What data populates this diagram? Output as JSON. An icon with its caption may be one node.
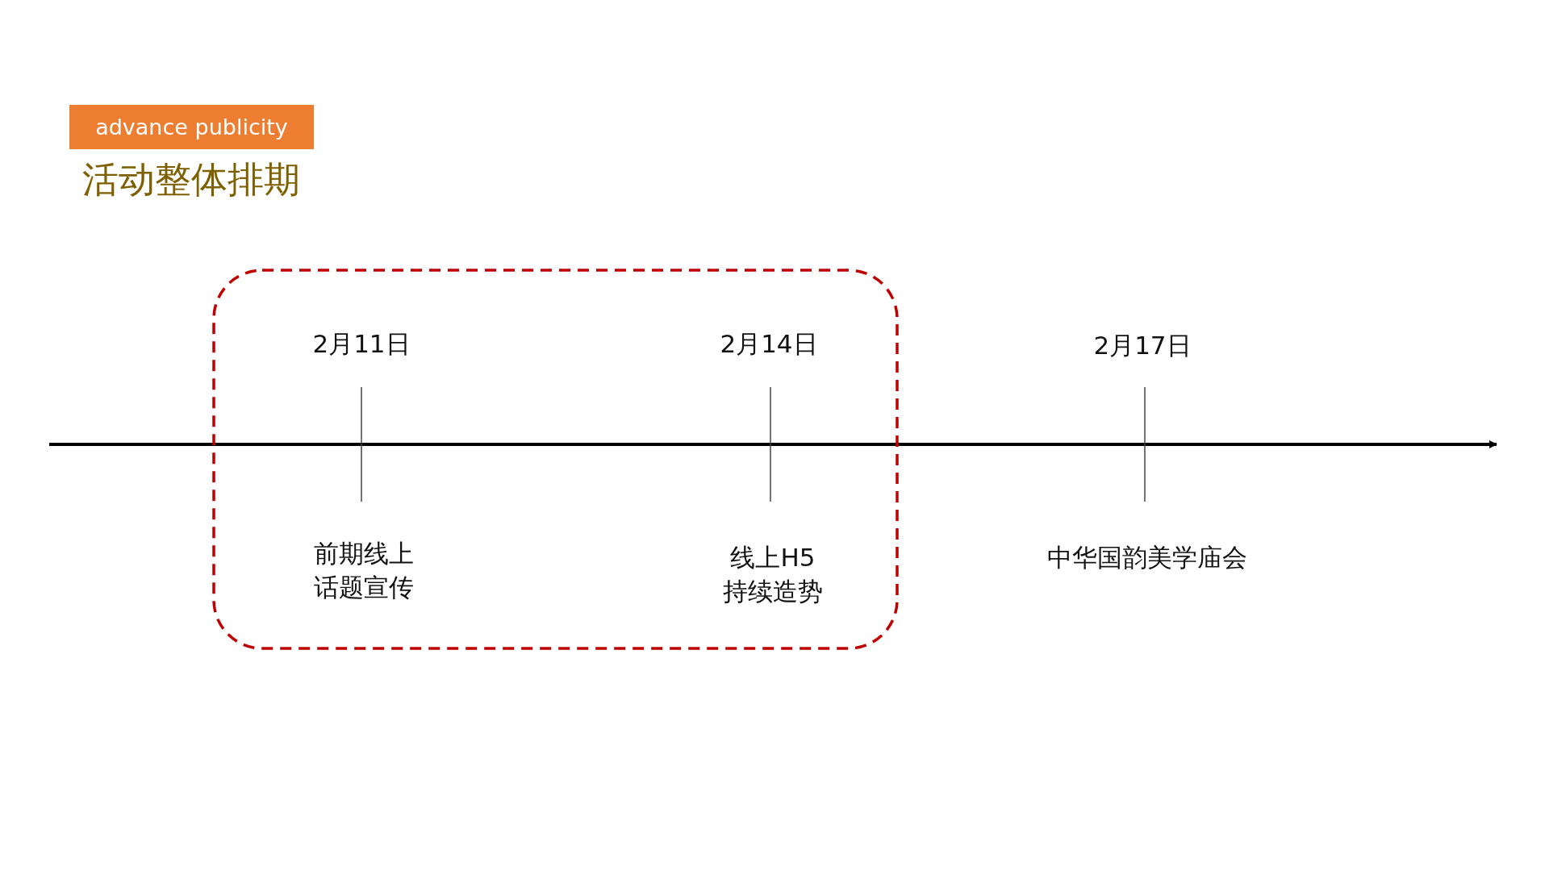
{
  "diagram": {
    "title": "活动整体排期",
    "nodes": [
      {
        "text": [
          "advance publicity"
        ]
      },
      {
        "text": [],
        "shape": "box"
      }
    ],
    "labels": [
      "2月11日",
      "2月14日",
      "2月17日",
      "前期线上话题宣传",
      "线上H5持续造势",
      "中华国韵美学庙会"
    ]
  }
}
